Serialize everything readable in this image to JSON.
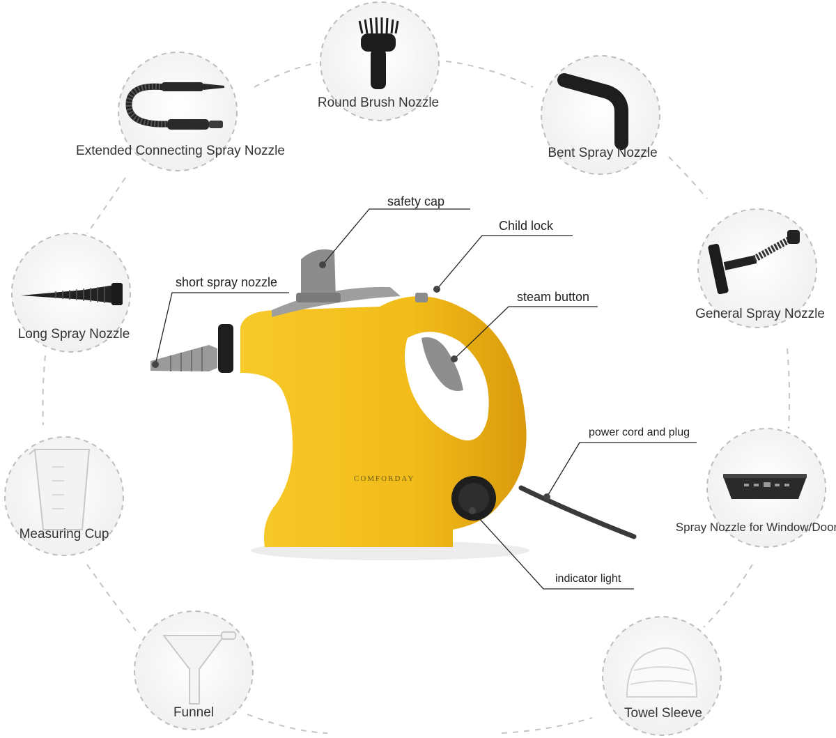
{
  "accessories": [
    {
      "key": "round_brush",
      "label": "Round Brush Nozzle",
      "icon": "round-brush-nozzle-icon"
    },
    {
      "key": "extended",
      "label": "Extended Connecting Spray Nozzle",
      "icon": "extended-connecting-spray-nozzle-icon"
    },
    {
      "key": "bent",
      "label": "Bent Spray Nozzle",
      "icon": "bent-spray-nozzle-icon"
    },
    {
      "key": "long",
      "label": "Long Spray Nozzle",
      "icon": "long-spray-nozzle-icon"
    },
    {
      "key": "general",
      "label": "General Spray Nozzle",
      "icon": "general-spray-nozzle-icon"
    },
    {
      "key": "cup",
      "label": "Measuring Cup",
      "icon": "measuring-cup-icon"
    },
    {
      "key": "window",
      "label": "Spray Nozzle for Window/Door",
      "icon": "window-door-nozzle-icon"
    },
    {
      "key": "funnel",
      "label": "Funnel",
      "icon": "funnel-icon"
    },
    {
      "key": "towel",
      "label": "Towel Sleeve",
      "icon": "towel-sleeve-icon"
    }
  ],
  "callouts": {
    "safety_cap": "safety cap",
    "child_lock": "Child lock",
    "short_spray_nozzle": "short spray nozzle",
    "steam_button": "steam button",
    "power_cord": "power cord and plug",
    "indicator_light": "indicator light"
  },
  "brand": "COMFORDAY",
  "colors": {
    "body_yellow": "#F2BC1A",
    "body_shadow": "#D99A0C",
    "grey_parts": "#8E8E8E",
    "dark_parts": "#2B2B2B",
    "dashed_ring": "#C4C4C4",
    "circle_fill": "#F6F6F6"
  }
}
